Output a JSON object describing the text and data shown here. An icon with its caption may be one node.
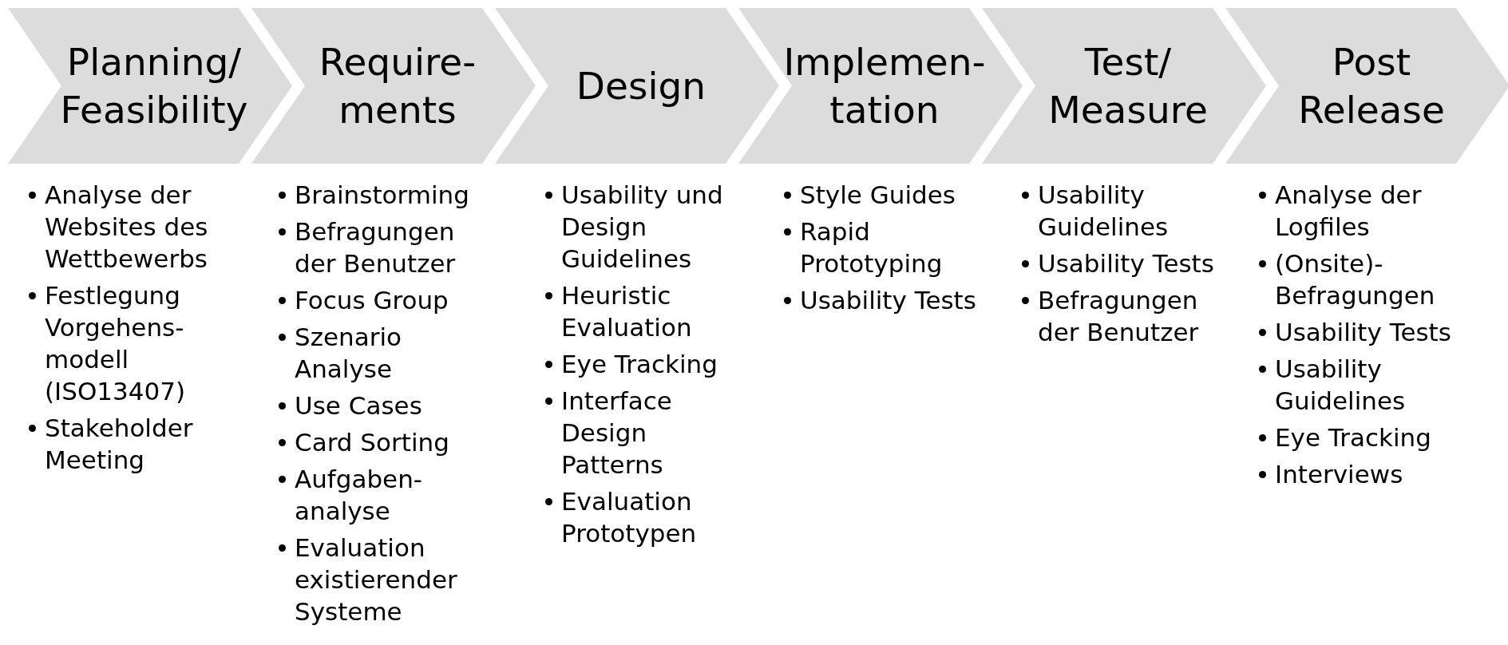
{
  "diagram": {
    "nodes": [
      {
        "text": [
          "Planning/ Feasibility"
        ],
        "beside": [
          "Analyse der Websites des Wettbewerbs",
          "Festlegung Vorgehens- modell (ISO13407)",
          "Stakeholder Meeting"
        ]
      },
      {
        "text": [
          "Require- ments"
        ],
        "beside": [
          "Brainstorming",
          "Befragungen der Benutzer",
          "Focus Group",
          "Szenario Analyse",
          "Use Cases",
          "Card Sorting",
          "Aufgaben- analyse",
          "Evaluation existierender Systeme"
        ]
      },
      {
        "text": [
          "Design"
        ],
        "beside": [
          "Usability und Design Guidelines",
          "Heuristic Evaluation",
          "Eye Tracking",
          "Interface Design Patterns",
          "Evaluation Prototypen"
        ]
      },
      {
        "text": [
          "Implemen- tation"
        ],
        "beside": [
          "Style Guides",
          "Rapid Prototyping",
          "Usability Tests"
        ]
      },
      {
        "text": [
          "Test/ Measure"
        ],
        "beside": [
          "Usability Guidelines",
          "Usability Tests",
          "Befragungen der Benutzer"
        ]
      },
      {
        "text": [
          "Post Release"
        ],
        "beside": [
          "Analyse der Logfiles",
          "(Onsite)- Befragungen",
          "Usability Tests",
          "Usability Guidelines",
          "Eye Tracking",
          "Interviews"
        ]
      }
    ]
  }
}
